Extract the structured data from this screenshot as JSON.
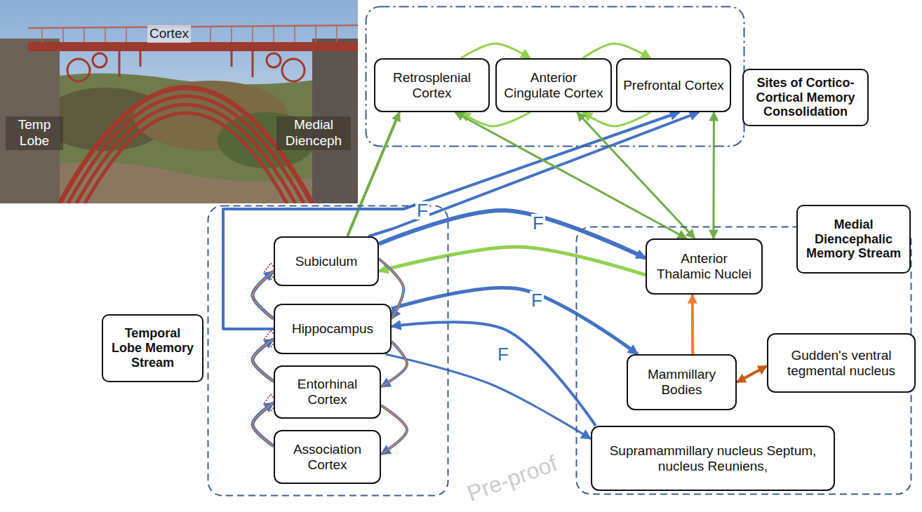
{
  "diagram": {
    "nodes": [
      {
        "text": [
          "Sites of Cortico-Cortical Memory Consolidation"
        ]
      },
      {
        "text": [
          "Retrosplenial Cortex"
        ],
        "in": 0
      },
      {
        "text": [
          "Anterior Cingulate Cortex"
        ],
        "in": 0
      },
      {
        "text": [
          "Prefrontal Cortex"
        ],
        "in": 0
      },
      {
        "text": [
          "Temporal Lobe Memory Stream"
        ]
      },
      {
        "text": [
          "Subiculum"
        ],
        "in": 4
      },
      {
        "text": [
          "Hippocampus"
        ],
        "in": 4
      },
      {
        "text": [
          "Entorhinal Cortex"
        ],
        "in": 4
      },
      {
        "text": [
          "Association Cortex"
        ],
        "in": 4
      },
      {
        "text": [
          "Medial Diencephalic Memory Stream"
        ]
      },
      {
        "text": [
          "Anterior Thalamic Nuclei"
        ],
        "in": 9
      },
      {
        "text": [
          "Mammillary Bodies"
        ],
        "in": 9
      },
      {
        "text": [
          "Gudden's ventral tegmental nucleus"
        ],
        "in": 9
      },
      {
        "text": [
          "Supramammillary nucleus Septum, nucleus Reuniens,"
        ],
        "in": 9
      }
    ],
    "edges": [
      {
        "from": 1,
        "to": 2,
        "arrow": "to"
      },
      {
        "from": 2,
        "to": 1,
        "arrow": "to"
      },
      {
        "from": 2,
        "to": 3,
        "arrow": "to"
      },
      {
        "from": 3,
        "to": 2,
        "arrow": "to"
      },
      {
        "from": 5,
        "to": 1,
        "arrow": "to"
      },
      {
        "from": 6,
        "to": 3,
        "arrow": "to"
      },
      {
        "from": 5,
        "to": 3,
        "label": "F",
        "arrow": "to"
      },
      {
        "from": 5,
        "to": 10,
        "label": "F",
        "arrow": "to"
      },
      {
        "from": 10,
        "to": 5,
        "arrow": "to"
      },
      {
        "from": 6,
        "to": 11,
        "label": "F",
        "arrow": "to"
      },
      {
        "from": 13,
        "to": 6,
        "label": "F",
        "arrow": "to"
      },
      {
        "from": 6,
        "to": 13,
        "arrow": "to"
      },
      {
        "from": 11,
        "to": 10,
        "arrow": "to"
      },
      {
        "from": 11,
        "to": 12,
        "arrow": "both"
      },
      {
        "from": 1,
        "to": 10,
        "arrow": "both"
      },
      {
        "from": 2,
        "to": 10,
        "arrow": "both"
      },
      {
        "from": 3,
        "to": 10,
        "arrow": "both"
      },
      {
        "from": 8,
        "to": 7,
        "arrow": "to"
      },
      {
        "from": 7,
        "to": 6,
        "arrow": "to"
      },
      {
        "from": 6,
        "to": 5,
        "arrow": "to"
      },
      {
        "from": 5,
        "to": 6,
        "arrow": "to"
      },
      {
        "from": 6,
        "to": 7,
        "arrow": "to"
      },
      {
        "from": 7,
        "to": 8,
        "arrow": "to"
      }
    ],
    "labels": [
      "Cortex",
      "Temp Lobe",
      "Medial Dienceph",
      "Pre-proof"
    ]
  }
}
